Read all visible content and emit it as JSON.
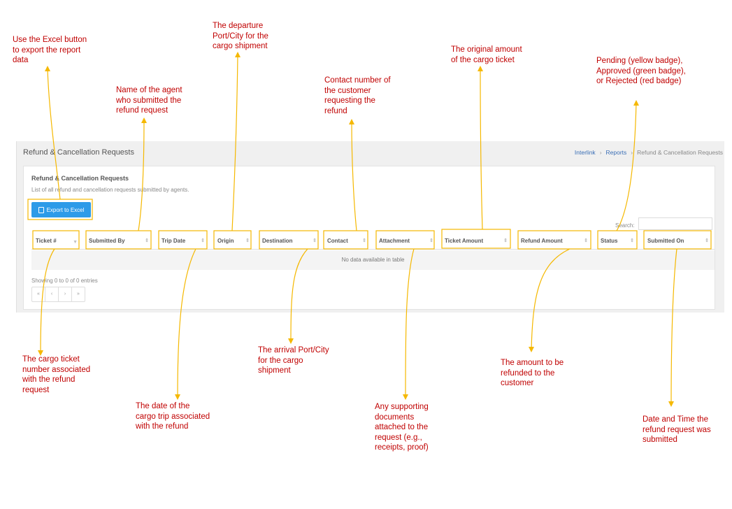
{
  "annotations": {
    "excel": "Use the Excel button to export the report data",
    "agent": "Name of the agent who submitted the refund request",
    "origin": "The departure Port/City for the cargo shipment",
    "contact": "Contact number of the customer requesting the refund",
    "ticket_amount": "The original amount of the cargo ticket",
    "status": "Pending (yellow badge), Approved (green badge), or Rejected (red badge)",
    "ticket": "The cargo ticket number associated with the refund request",
    "trip_date": "The date of the cargo trip associated with the refund",
    "destination": "The arrival Port/City for the cargo shipment",
    "attachment": "Any supporting documents attached to the request (e.g., receipts, proof)",
    "refund_amount": "The amount to be refunded to the customer",
    "submitted_on": "Date and Time the refund request was submitted"
  },
  "header": {
    "title": "Refund & Cancellation Requests",
    "breadcrumb": [
      "Interlink",
      "Reports",
      "Refund & Cancellation Requests"
    ]
  },
  "card": {
    "title": "Refund & Cancellation Requests",
    "subtitle": "List of all refund and cancellation requests submitted by agents."
  },
  "export_button": "Export to Excel",
  "search": {
    "label": "Search:",
    "value": ""
  },
  "table": {
    "columns": [
      "Ticket #",
      "Submitted By",
      "Trip Date",
      "Origin",
      "Destination",
      "Contact",
      "Attachment",
      "Ticket Amount",
      "Refund Amount",
      "Status",
      "Submitted On"
    ],
    "empty_message": "No data available in table",
    "info": "Showing 0 to 0 of 0 entries"
  },
  "pagination": [
    "«",
    "‹",
    "›",
    "»"
  ],
  "colors": {
    "annotation": "#c00000",
    "highlight": "#f5b800",
    "accent": "#2d9be8"
  }
}
